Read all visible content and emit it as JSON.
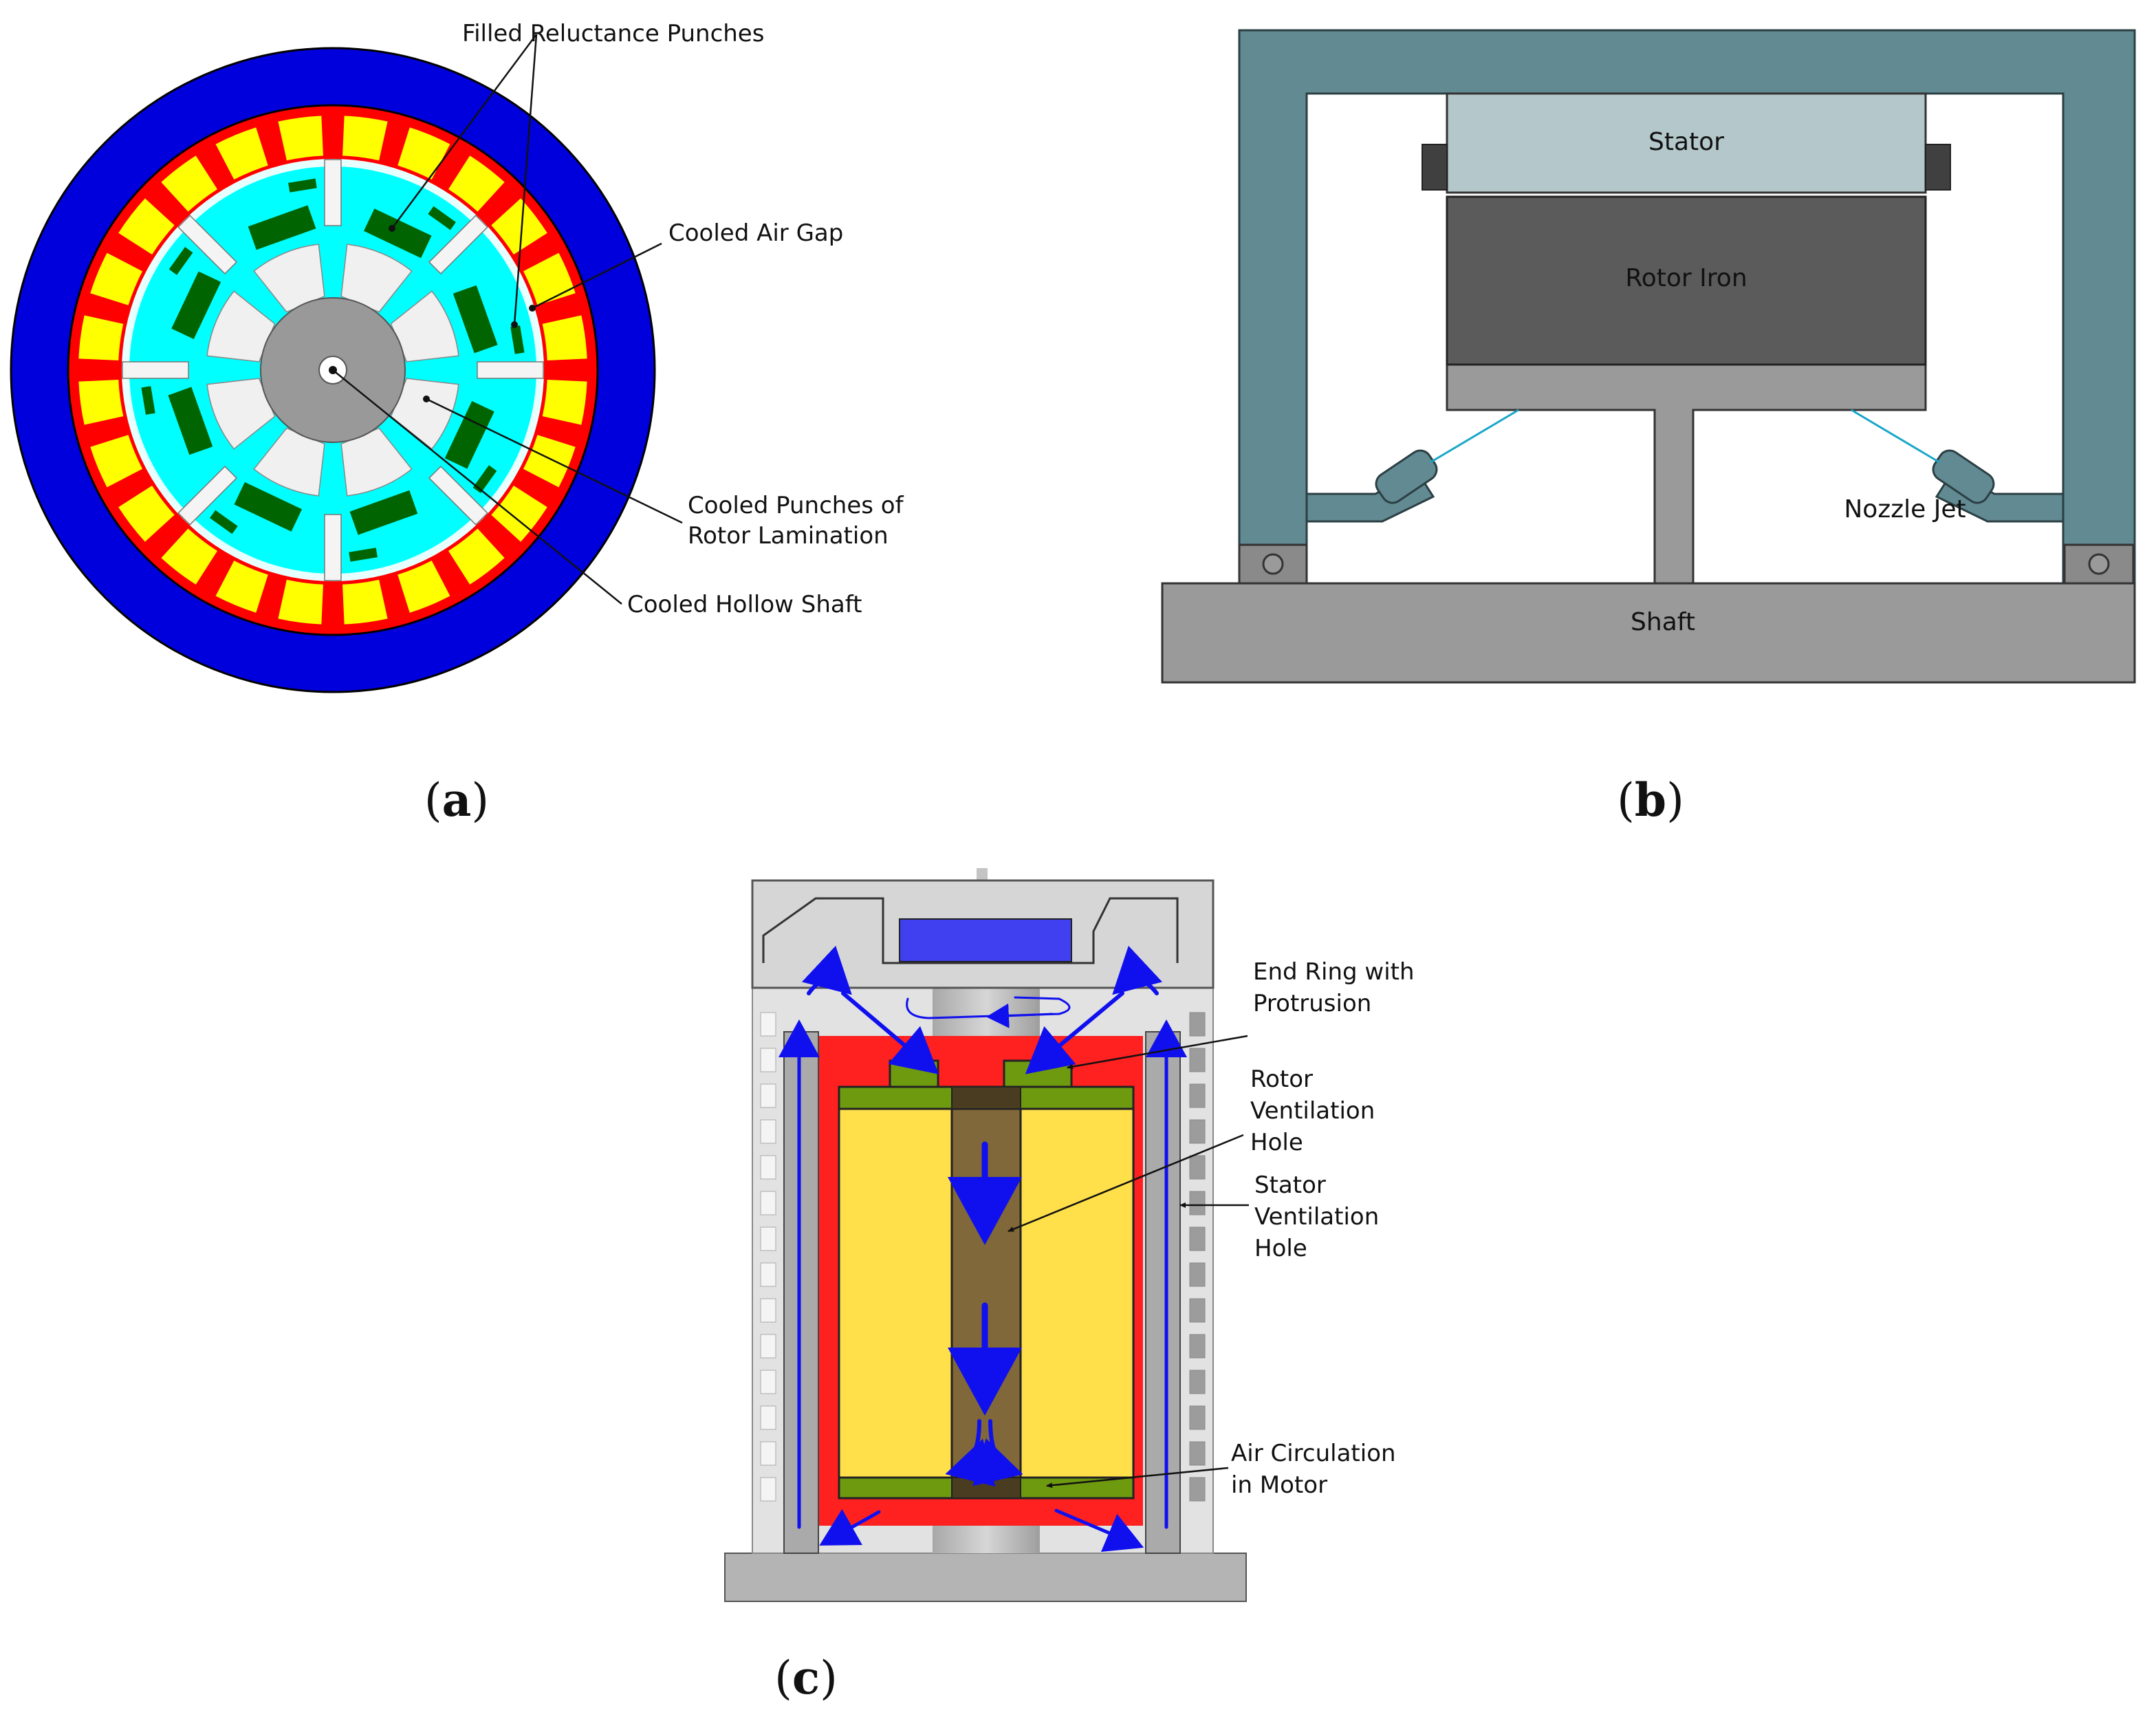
{
  "panel_a": {
    "caption_letter": "a",
    "labels": {
      "filled_reluctance_punches": "Filled Reluctance Punches",
      "cooled_air_gap": "Cooled Air Gap",
      "cooled_punches_line1": "Cooled Punches of",
      "cooled_punches_line2": "Rotor Lamination",
      "cooled_hollow_shaft": "Cooled Hollow Shaft"
    },
    "colors": {
      "housing": "#0000dd",
      "stator_yoke": "#ff0000",
      "stator_slots": "#ffff00",
      "rotor": "#00ffff",
      "magnets": "#006400",
      "shaft": "#999999",
      "punches": "#f0f0f0"
    }
  },
  "panel_b": {
    "caption_letter": "b",
    "labels": {
      "stator": "Stator",
      "rotor_iron": "Rotor Iron",
      "nozzle_jet": "Nozzle Jet",
      "shaft": "Shaft"
    },
    "colors": {
      "frame": "#628a92",
      "stator": "#b4c7ca",
      "rotor_iron": "#5b5b5b",
      "shaft": "#9a9a9a",
      "jet": "#1aa6c8"
    }
  },
  "panel_c": {
    "caption_letter": "c",
    "labels": {
      "end_ring_line1": "End Ring with",
      "end_ring_line2": "Protrusion",
      "rotor_vent_line1": "Rotor",
      "rotor_vent_line2": "Ventilation",
      "rotor_vent_line3": "Hole",
      "stator_vent_line1": "Stator",
      "stator_vent_line2": "Ventilation",
      "stator_vent_line3": "Hole",
      "air_circ_line1": "Air Circulation",
      "air_circ_line2": "in Motor"
    },
    "colors": {
      "housing": "#d0d0d0",
      "stator": "#ff2020",
      "rotor_core": "#ffe04a",
      "end_ring": "#6e9a10",
      "vent_hole": "#80683a",
      "airflow": "#1010ee",
      "cap_magnet": "#4040f0"
    }
  }
}
